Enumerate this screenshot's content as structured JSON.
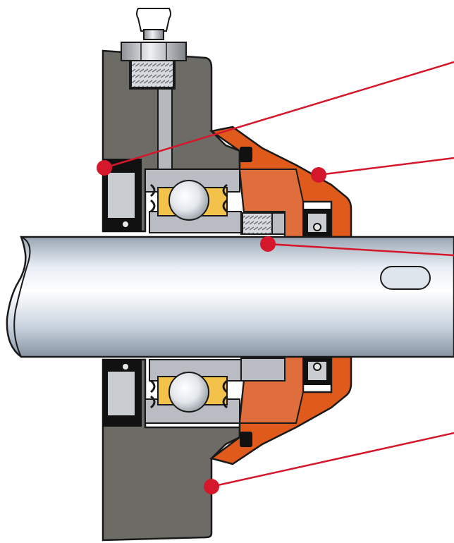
{
  "diagram": {
    "kind": "bearing-housing-cross-section",
    "parts": [
      {
        "id": "housing",
        "name": "housing-wall"
      },
      {
        "id": "cover",
        "name": "end-cover"
      },
      {
        "id": "shaft",
        "name": "shaft"
      },
      {
        "id": "bearing",
        "name": "ball-bearing"
      },
      {
        "id": "lubricator",
        "name": "grease-nipple"
      },
      {
        "id": "seal",
        "name": "lip-seal"
      },
      {
        "id": "key",
        "name": "keyway"
      }
    ],
    "callouts": [
      {
        "id": "callout-1",
        "target": "housing"
      },
      {
        "id": "callout-2",
        "target": "cover"
      },
      {
        "id": "callout-3",
        "target": "shaft"
      },
      {
        "id": "callout-4",
        "target": "housing"
      }
    ]
  },
  "colors": {
    "housing": "#6c6b66",
    "housing_dark": "#4f4e4a",
    "cover": "#e05a1c",
    "cover_inner": "#df6e3c",
    "shaft_light": "#f2f6fb",
    "shaft_mid": "#c8d2de",
    "shaft_dark": "#8e9aa8",
    "steel": "#b9bcc2",
    "cage": "#f3c24a",
    "seal": "#111111",
    "callout_line": "#d4172b",
    "callout_dot": "#d4172b",
    "outline": "#1a1a1a"
  }
}
